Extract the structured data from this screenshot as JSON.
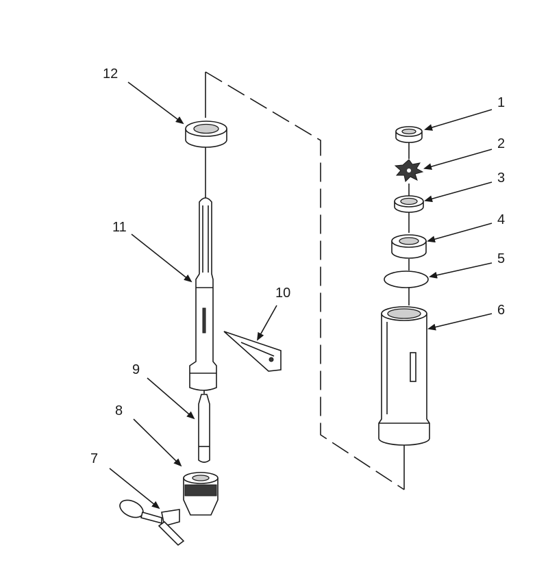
{
  "diagram": {
    "callouts": [
      "1",
      "2",
      "3",
      "4",
      "5",
      "6",
      "7",
      "8",
      "9",
      "10",
      "11",
      "12"
    ],
    "colors": {
      "ink": "#1a1a1a",
      "shade": "#cfcfcf",
      "background": "#ffffff"
    }
  }
}
